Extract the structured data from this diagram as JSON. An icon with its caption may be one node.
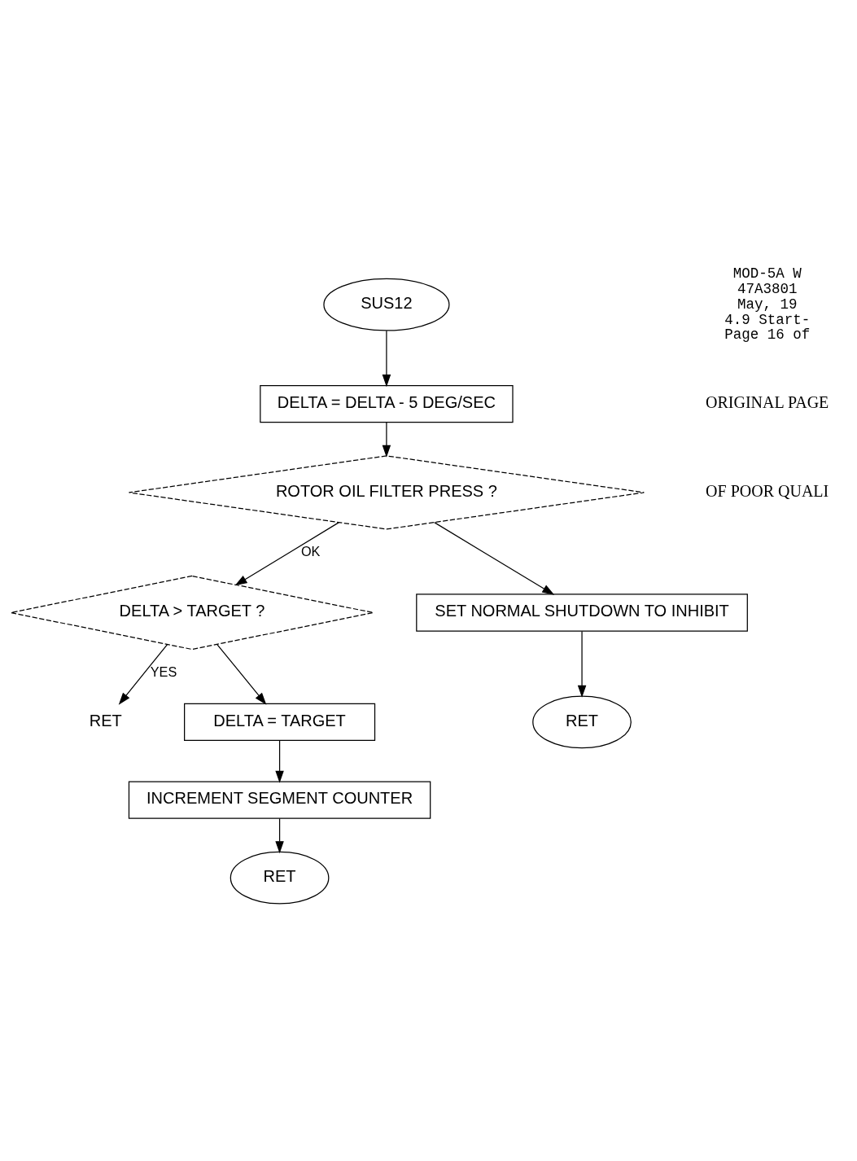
{
  "diagram": {
    "nodes": [
      {
        "text": [
          "SUS12"
        ]
      },
      {
        "text": [
          "DELTA = DELTA - 5 DEG/SEC"
        ]
      },
      {
        "text": [
          "ROTOR OIL FILTER PRESS ?"
        ]
      },
      {
        "text": [
          "DELTA > TARGET ?"
        ]
      },
      {
        "text": [
          "RET"
        ]
      },
      {
        "text": [
          "DELTA = TARGET"
        ]
      },
      {
        "text": [
          "INCREMENT SEGMENT COUNTER"
        ]
      },
      {
        "text": [
          "RET"
        ]
      },
      {
        "text": [
          "SET NORMAL SHUTDOWN TO INHIBIT"
        ]
      },
      {
        "text": [
          "RET"
        ]
      }
    ],
    "edges": [
      {
        "from": 0,
        "to": 1,
        "arrow": "to"
      },
      {
        "from": 1,
        "to": 2,
        "arrow": "to"
      },
      {
        "from": 2,
        "to": 3,
        "arrow": "to",
        "label": "OK"
      },
      {
        "from": 2,
        "to": 8,
        "arrow": "to"
      },
      {
        "from": 3,
        "to": 4,
        "arrow": "to",
        "label": "YES"
      },
      {
        "from": 3,
        "to": 5,
        "arrow": "to"
      },
      {
        "from": 5,
        "to": 6,
        "arrow": "to"
      },
      {
        "from": 6,
        "to": 7,
        "arrow": "to"
      },
      {
        "from": 8,
        "to": 9,
        "arrow": "to"
      }
    ],
    "labels": [
      "MOD-5A W",
      "47A3801",
      "May, 19",
      "4.9 Start-",
      "Page 16 of",
      "ORIGINAL PAGE",
      "OF POOR QUALI"
    ]
  }
}
